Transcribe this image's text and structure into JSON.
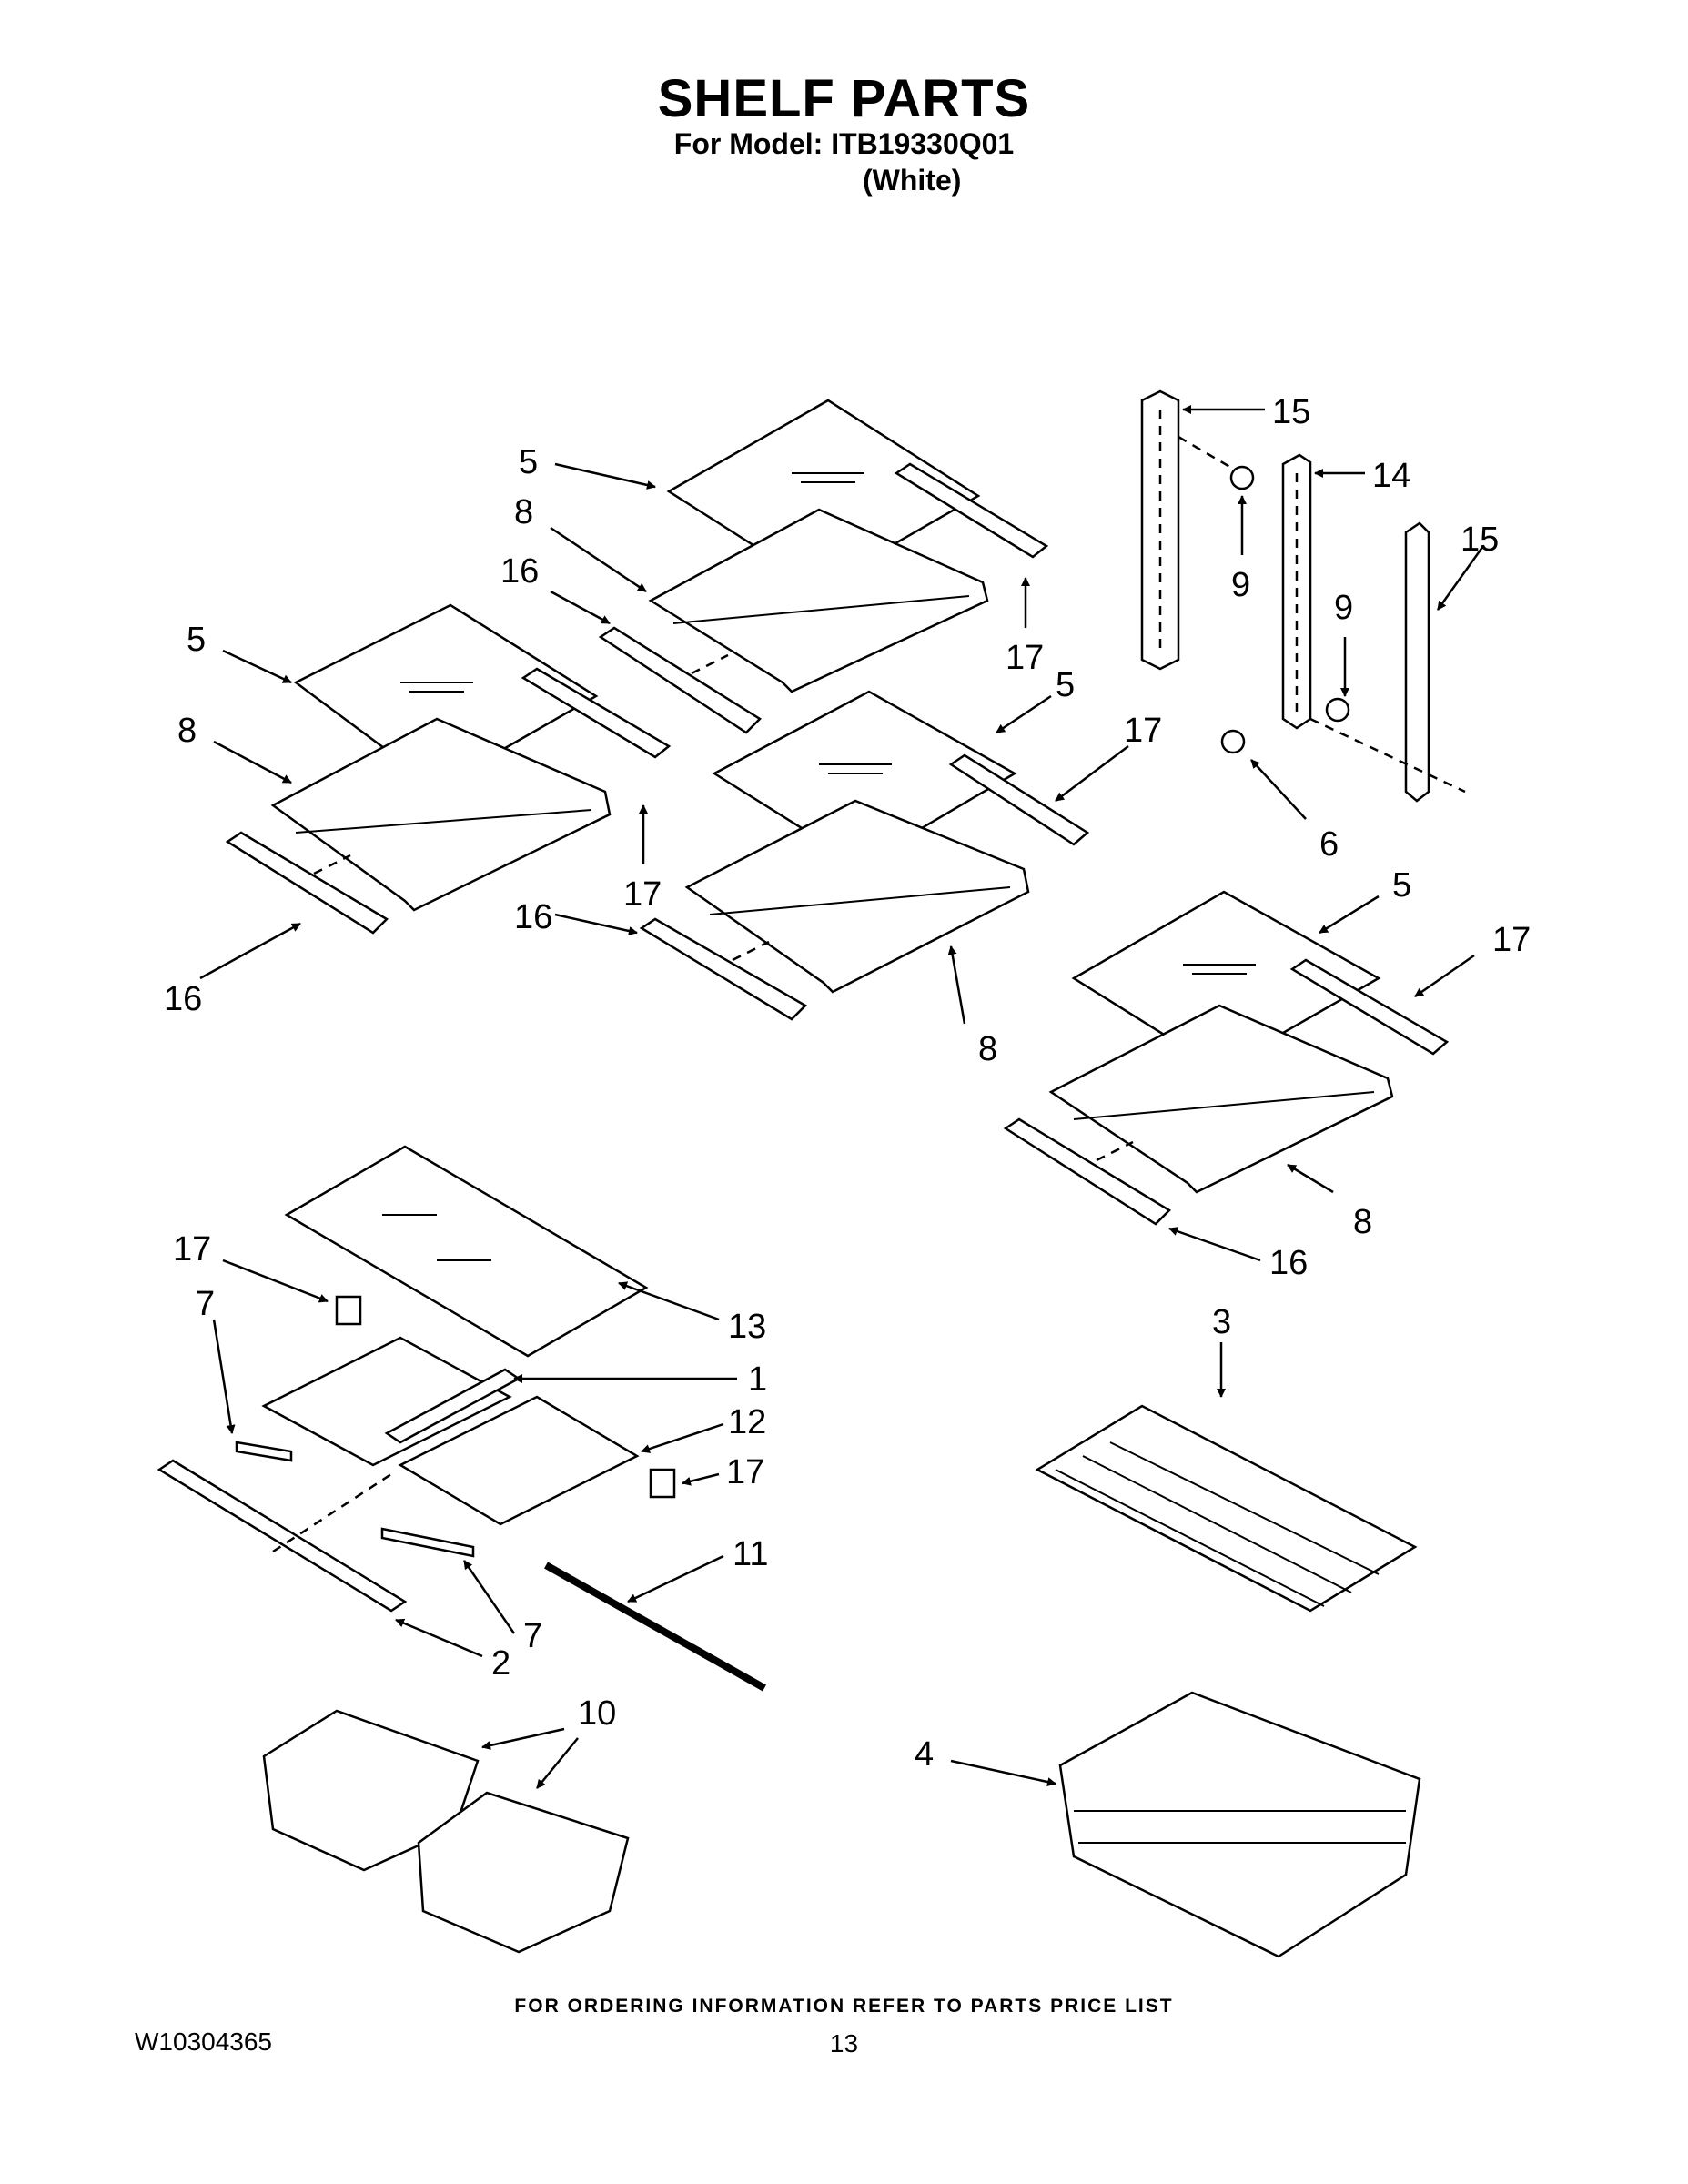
{
  "title": "SHELF PARTS",
  "model_line": "For Model: ITB19330Q01",
  "color_line": "(White)",
  "footer_note": "FOR ORDERING INFORMATION REFER TO PARTS PRICE LIST",
  "doc_number": "W10304365",
  "page_number": "13",
  "callouts": [
    "5",
    "8",
    "16",
    "17",
    "5",
    "8",
    "17",
    "16",
    "5",
    "17",
    "16",
    "8",
    "15",
    "14",
    "15",
    "9",
    "9",
    "6",
    "5",
    "17",
    "8",
    "16",
    "17",
    "7",
    "13",
    "1",
    "12",
    "17",
    "11",
    "7",
    "2",
    "10",
    "3",
    "4"
  ]
}
